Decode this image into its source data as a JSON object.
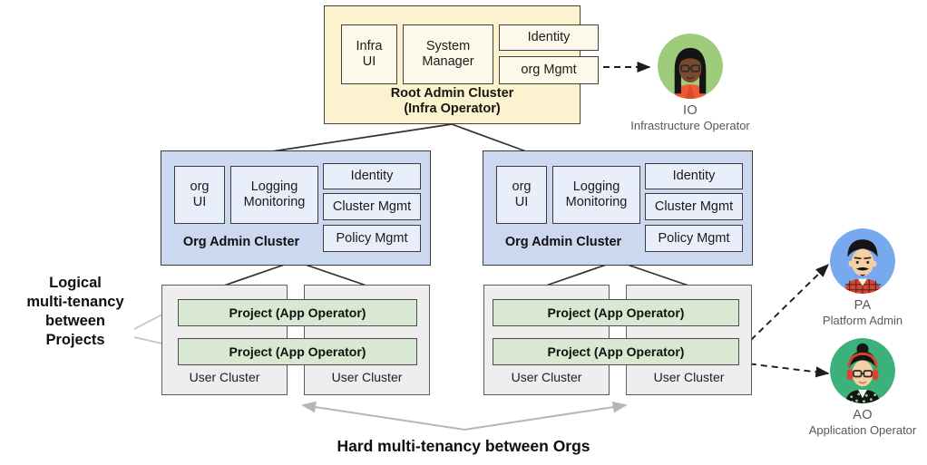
{
  "diagram": {
    "root_cluster": {
      "title_line1": "Root Admin Cluster",
      "title_line2": "(Infra Operator)",
      "fill": "#fcf2d0",
      "modules": [
        {
          "label": "Infra\nUI"
        },
        {
          "label": "System\nManager"
        },
        {
          "label": "Identity"
        },
        {
          "label": "org Mgmt"
        }
      ]
    },
    "org_clusters": [
      {
        "title": "Org Admin Cluster",
        "fill": "#ccd8f0",
        "modules": [
          {
            "label": "org\nUI"
          },
          {
            "label": "Logging\nMonitoring"
          },
          {
            "label": "Identity"
          },
          {
            "label": "Cluster Mgmt"
          },
          {
            "label": "Policy Mgmt"
          }
        ],
        "user_clusters": [
          {
            "label": "User Cluster"
          },
          {
            "label": "User Cluster"
          }
        ],
        "projects": [
          {
            "label": "Project (App Operator)"
          },
          {
            "label": "Project (App Operator)"
          }
        ]
      },
      {
        "title": "Org Admin Cluster",
        "fill": "#ccd8f0",
        "modules": [
          {
            "label": "org\nUI"
          },
          {
            "label": "Logging\nMonitoring"
          },
          {
            "label": "Identity"
          },
          {
            "label": "Cluster Mgmt"
          },
          {
            "label": "Policy Mgmt"
          }
        ],
        "user_clusters": [
          {
            "label": "User Cluster"
          },
          {
            "label": "User Cluster"
          }
        ],
        "projects": [
          {
            "label": "Project (App Operator)"
          },
          {
            "label": "Project  (App Operator)"
          }
        ]
      }
    ],
    "annotations": {
      "left_note": "Logical\nmulti-tenancy\nbetween\nProjects",
      "bottom_caption": "Hard multi-tenancy between Orgs"
    },
    "personas": [
      {
        "abbr": "IO",
        "role": "Infrastructure Operator",
        "circle_color": "#9ccc7c",
        "icon": "avatar-infrastructure-operator"
      },
      {
        "abbr": "PA",
        "role": "Platform Admin",
        "circle_color": "#78a8ee",
        "icon": "avatar-platform-admin"
      },
      {
        "abbr": "AO",
        "role": "Application Operator",
        "circle_color": "#3cb179",
        "icon": "avatar-application-operator"
      }
    ]
  }
}
